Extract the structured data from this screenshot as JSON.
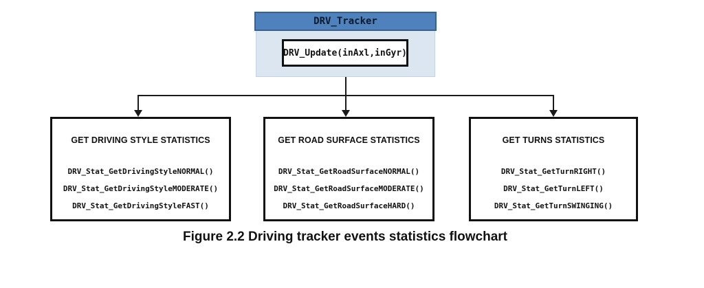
{
  "figure": {
    "caption": "Figure 2.2 Driving tracker events statistics flowchart"
  },
  "tracker": {
    "title": "DRV_Tracker",
    "update_call": "DRV_Update(inAxl,inGyr)"
  },
  "stat_boxes": [
    {
      "title": "GET DRIVING STYLE STATISTICS",
      "items": [
        "DRV_Stat_GetDrivingStyleNORMAL()",
        "DRV_Stat_GetDrivingStyleMODERATE()",
        "DRV_Stat_GetDrivingStyleFAST()"
      ]
    },
    {
      "title": "GET ROAD SURFACE STATISTICS",
      "items": [
        "DRV_Stat_GetRoadSurfaceNORMAL()",
        "DRV_Stat_GetRoadSurfaceMODERATE()",
        "DRV_Stat_GetRoadSurfaceHARD()"
      ]
    },
    {
      "title": "GET TURNS STATISTICS",
      "items": [
        "DRV_Stat_GetTurnRIGHT()",
        "DRV_Stat_GetTurnLEFT()",
        "DRV_Stat_GetTurnSWINGING()"
      ]
    }
  ],
  "colors": {
    "tracker_header_fill": "#4f81bd",
    "tracker_header_border": "#38618f",
    "tracker_body_fill": "#dce6f1",
    "box_border": "#111111",
    "connector_line": "#1a1a1a"
  }
}
